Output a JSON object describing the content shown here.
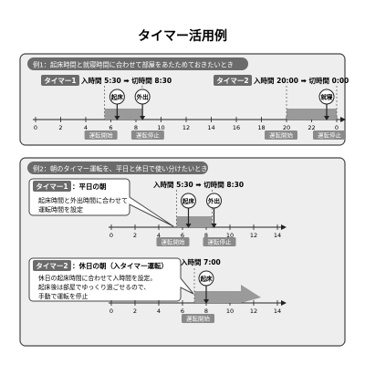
{
  "title": "タイマー活用例",
  "ex1": {
    "header": "例1：起床時間と就寝時間に合わせて部屋をあたためておきたいとき",
    "t1": {
      "badge": "タイマー1",
      "time_text": "入時間 5:30 ➡ 切時間 8:30",
      "wake": "起床",
      "out": "外出",
      "start_label": "運転開始",
      "stop_label": "運転停止"
    },
    "t2": {
      "badge": "タイマー2",
      "time_text": "入時間 20:00 ➡ 切時間 0:00",
      "sleep": "就寝",
      "start_label": "運転開始",
      "stop_label": "運転停止"
    },
    "ticks": [
      "0",
      "2",
      "4",
      "6",
      "8",
      "10",
      "12",
      "14",
      "16",
      "18",
      "20",
      "22",
      "0"
    ],
    "bars": [
      [
        5.5,
        8.5
      ],
      [
        20,
        24
      ]
    ]
  },
  "ex2": {
    "header": "例2：朝のタイマー運転を、平日と休日で使い分けたいとき",
    "weekday": {
      "badge": "タイマー1",
      "suffix": "：平日の朝",
      "desc": [
        "起床時間と外出時間に合わせて",
        "運転時間を設定"
      ],
      "time_text": "入時間 5:30 ➡ 切時間 8:30",
      "wake": "起床",
      "out": "外出",
      "start_label": "運転開始",
      "stop_label": "運転停止",
      "ticks": [
        "0",
        "2",
        "4",
        "6",
        "8",
        "10",
        "12",
        "14"
      ],
      "bar": [
        5.5,
        8.5
      ]
    },
    "holiday": {
      "badge": "タイマー2",
      "suffix": "：休日の朝（入タイマー運転）",
      "desc": [
        "休日の起床時間に合わせて入時間を設定。",
        "起床後は部屋でゆっくり過ごせるので、",
        "手動で運転を停止"
      ],
      "time_text": "入時間 7:00",
      "wake": "起床",
      "start_label": "運転開始",
      "ticks": [
        "0",
        "2",
        "4",
        "6",
        "8",
        "10",
        "12",
        "14"
      ],
      "bar": [
        7,
        12
      ]
    }
  },
  "colors": {
    "badge_bg": "#6b6b6b",
    "panel_bg": "#eeeeee",
    "panel_border": "#444444",
    "bar_fill": "#9a9a9a",
    "label_bg": "#8a8a8a"
  }
}
